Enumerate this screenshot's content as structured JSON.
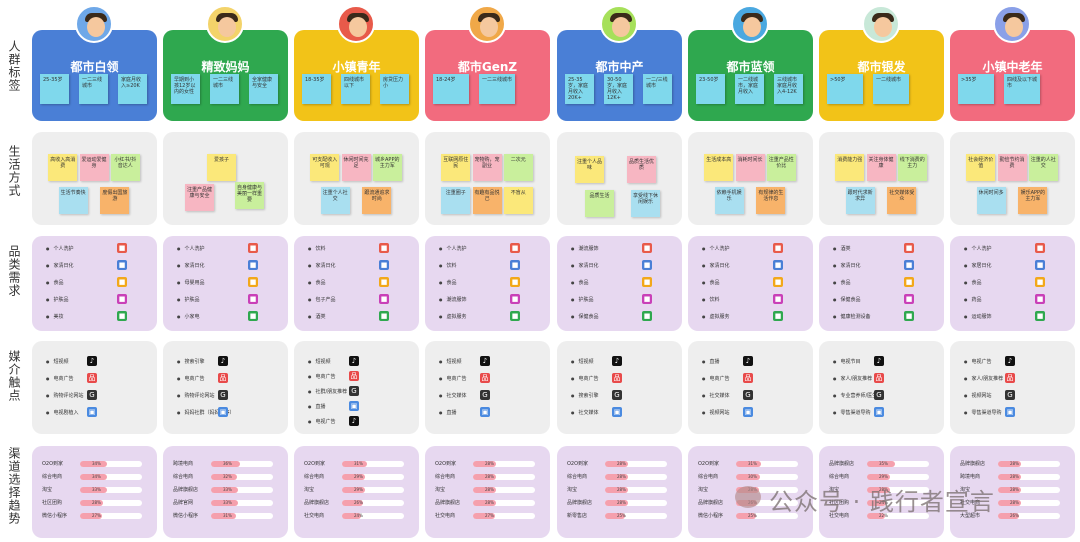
{
  "row_labels": [
    "人群标签",
    "生活方式",
    "品类需求",
    "媒介触点",
    "渠道选择趋势"
  ],
  "personas": [
    {
      "title": "都市白领",
      "color": "#4a7fd6",
      "avatar": "#6fa8e8",
      "tags": [
        "25-35岁",
        "一二三线城市",
        "家庭月收入≥20K"
      ],
      "life": [
        "高收入高消费",
        "爱运动爱健身",
        "小红书/抖音达人",
        "生活节奏快",
        "度假出国旅游"
      ],
      "cats": [
        "个人洗护",
        "家清日化",
        "食品",
        "护肤品",
        "美妆"
      ],
      "media": [
        "短视频",
        "电商广告",
        "购物评论网站",
        "电视剧植入"
      ],
      "channels": [
        [
          "O2O到家",
          "34%"
        ],
        [
          "综合电商",
          "34%"
        ],
        [
          "淘宝",
          "33%"
        ],
        [
          "社区团购",
          "28%"
        ],
        [
          "微信小程序",
          "27%"
        ]
      ]
    },
    {
      "title": "精致妈妈",
      "color": "#2fa84f",
      "avatar": "#f3d36a",
      "tags": [
        "早期到小孩12岁以内的女性",
        "一二三线城市",
        "全家健康与安全"
      ],
      "life": [
        "爱孩子",
        "注重产品健康与安全",
        "自身健康与美丽一样重要"
      ],
      "cats": [
        "个人洗护",
        "家清日化",
        "母婴用品",
        "护肤品",
        "小家电"
      ],
      "media": [
        "搜索引擎",
        "电商广告",
        "购物评论网站",
        "妈妈社群（妈妈帮等）"
      ],
      "channels": [
        [
          "跨境电商",
          "36%"
        ],
        [
          "综合电商",
          "32%"
        ],
        [
          "品牌旗舰店",
          "33%"
        ],
        [
          "品牌官网",
          "33%"
        ],
        [
          "微信小程序",
          "31%"
        ]
      ]
    },
    {
      "title": "小镇青年",
      "color": "#f2c318",
      "avatar": "#e85a4a",
      "tags": [
        "18-35岁",
        "四线城市以下",
        "房贷压力小"
      ],
      "life": [
        "可支配收入可观",
        "休闲时间充足",
        "城乡APP的主力军",
        "注重个人社交",
        "跟流通追求时尚"
      ],
      "cats": [
        "饮料",
        "家清日化",
        "食品",
        "包子产品",
        "酒类"
      ],
      "media": [
        "短视频",
        "电商广告",
        "社群/朋友推荐",
        "直播",
        "电视广告"
      ],
      "channels": [
        [
          "O2O到家",
          "31%"
        ],
        [
          "综合电商",
          "29%"
        ],
        [
          "淘宝",
          "29%"
        ],
        [
          "品牌旗舰店",
          "26%"
        ],
        [
          "社交电商",
          "24%"
        ]
      ]
    },
    {
      "title": "都市GenZ",
      "color": "#f26b7e",
      "avatar": "#f0a848",
      "tags": [
        "18-24岁",
        "一二三线城市"
      ],
      "life": [
        "互联网原住民",
        "宠物购，宠副业",
        "二次元",
        "注重圈子",
        "有趣有品悦己",
        "不盲从"
      ],
      "cats": [
        "个人洗护",
        "饮料",
        "食品",
        "潮流服饰",
        "虚拟服务"
      ],
      "media": [
        "短视频",
        "电商广告",
        "社交媒体",
        "直播"
      ],
      "channels": [
        [
          "O2O到家",
          "28%"
        ],
        [
          "综合电商",
          "28%"
        ],
        [
          "淘宝",
          "28%"
        ],
        [
          "品牌旗舰店",
          "28%"
        ],
        [
          "社交电商",
          "27%"
        ]
      ]
    },
    {
      "title": "都市中产",
      "color": "#4a7fd6",
      "avatar": "#a6e05a",
      "tags": [
        "25-35岁，家庭月收入20K+",
        "30-50岁，家庭月收入12K+",
        "一二/三线城市"
      ],
      "life": [
        "注重个人品味",
        "品质生活优质",
        "品质生活",
        "享受线下休闲娱乐"
      ],
      "cats": [
        "潮流服饰",
        "家清日化",
        "食品",
        "护肤品",
        "保健食品"
      ],
      "media": [
        "短视频",
        "电商广告",
        "搜索引擎",
        "社交媒体"
      ],
      "channels": [
        [
          "O2O到家",
          "28%"
        ],
        [
          "综合电商",
          "28%"
        ],
        [
          "淘宝",
          "28%"
        ],
        [
          "品牌旗舰店",
          "28%"
        ],
        [
          "新零售店",
          "25%"
        ]
      ]
    },
    {
      "title": "都市蓝领",
      "color": "#2fa84f",
      "avatar": "#4aa8e0",
      "tags": [
        "23-50岁",
        "一二线城市，家庭月收入",
        "三线城市家庭月收入4-12K"
      ],
      "life": [
        "生活成本高",
        "消耗时间长",
        "注重产品性价比",
        "依赖手机娱乐",
        "有规律的生活作息"
      ],
      "cats": [
        "个人洗护",
        "家清日化",
        "食品",
        "饮料",
        "虚拟服务"
      ],
      "media": [
        "直播",
        "电商广告",
        "社交媒体",
        "视频网站"
      ],
      "channels": [
        [
          "O2O到家",
          "31%"
        ],
        [
          "综合电商",
          "30%"
        ],
        [
          "淘宝",
          "28%"
        ],
        [
          "品牌旗舰店",
          "26%"
        ],
        [
          "微信小程序",
          "25%"
        ]
      ]
    },
    {
      "title": "都市银发",
      "color": "#f2c318",
      "avatar": "#c8e8d8",
      "tags": [
        ">50岁",
        "一二线城市"
      ],
      "life": [
        "消费能力强",
        "关注身体健康",
        "线下消费的主力",
        "跟时代求新求异",
        "社交媒体受众"
      ],
      "cats": [
        "酒类",
        "家清日化",
        "食品",
        "保健食品",
        "健康检测设备"
      ],
      "media": [
        "电视节目",
        "家人/朋友推荐",
        "专业营养师/医生",
        "零售渠道导购"
      ],
      "channels": [
        [
          "品牌旗舰店",
          "35%"
        ],
        [
          "综合电商",
          "29%"
        ],
        [
          "淘宝",
          "28%"
        ],
        [
          "社区团购",
          "24%"
        ],
        [
          "社交电商",
          "22%"
        ]
      ]
    },
    {
      "title": "小镇中老年",
      "color": "#f26b7e",
      "avatar": "#8aa0e8",
      "tags": [
        ">35岁",
        "四线及以下城市"
      ],
      "life": [
        "社会经济价值",
        "勤俭节约消费",
        "注重的人社交",
        "休闲时间多",
        "娱乐APP的主力军"
      ],
      "cats": [
        "个人洗护",
        "家居日化",
        "食品",
        "药品",
        "运动服饰"
      ],
      "media": [
        "电视广告",
        "家人/朋友推荐",
        "视频网站",
        "零售渠道导购"
      ],
      "channels": [
        [
          "品牌旗舰店",
          "28%"
        ],
        [
          "跨境电商",
          "28%"
        ],
        [
          "淘宝",
          "28%"
        ],
        [
          "社交电商",
          "28%"
        ],
        [
          "大型超市",
          "26%"
        ]
      ]
    }
  ],
  "watermark": "公众号 · 践行者宣言"
}
